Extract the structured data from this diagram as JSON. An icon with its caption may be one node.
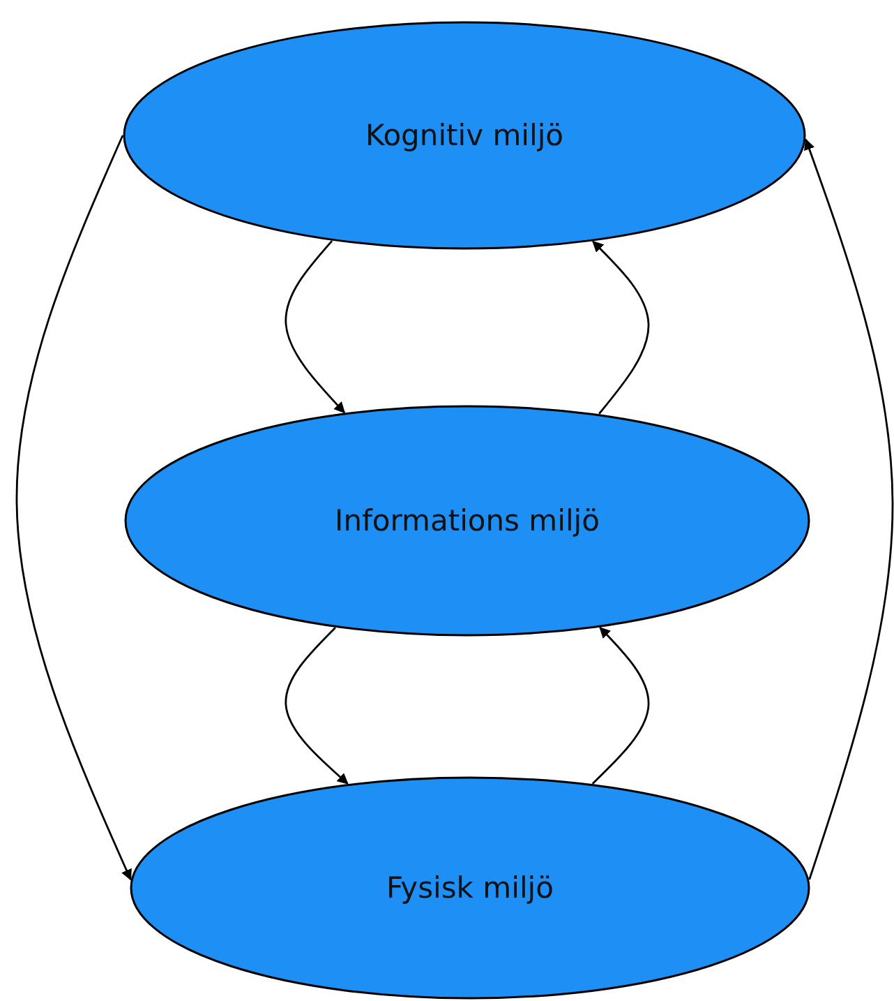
{
  "diagram": {
    "nodes": [
      {
        "text": [
          "Kognitiv miljö"
        ]
      },
      {
        "text": [
          "Informations miljö"
        ]
      },
      {
        "text": [
          "Fysisk miljö"
        ]
      }
    ],
    "edges": [
      {
        "from": 0,
        "to": 1,
        "arrow": "to"
      },
      {
        "from": 1,
        "to": 0,
        "arrow": "to"
      },
      {
        "from": 1,
        "to": 2,
        "arrow": "to"
      },
      {
        "from": 2,
        "to": 1,
        "arrow": "to"
      },
      {
        "from": 0,
        "to": 2,
        "arrow": "to"
      },
      {
        "from": 2,
        "to": 0,
        "arrow": "to"
      }
    ]
  }
}
